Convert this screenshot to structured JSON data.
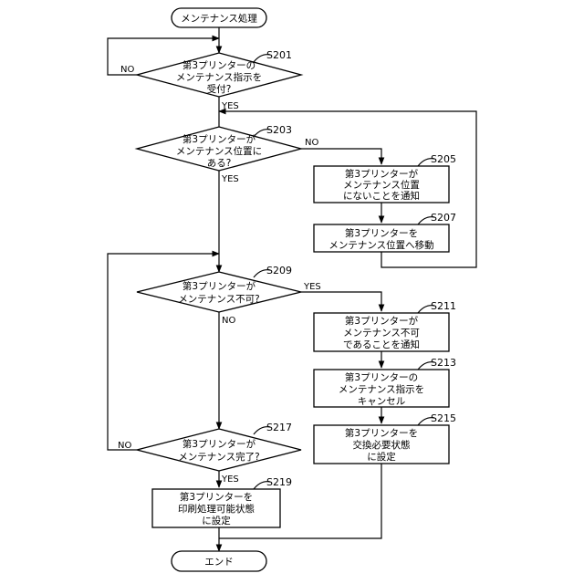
{
  "start_label": "メンテナンス処理",
  "end_label": "エンド",
  "yes_label": "YES",
  "no_label": "NO",
  "steps": {
    "s201": {
      "id": "S201",
      "lines": [
        "第3プリンターの",
        "メンテナンス指示を",
        "受付?"
      ]
    },
    "s203": {
      "id": "S203",
      "lines": [
        "第3プリンターが",
        "メンテナンス位置に",
        "ある?"
      ]
    },
    "s205": {
      "id": "S205",
      "lines": [
        "第3プリンターが",
        "メンテナンス位置",
        "にないことを通知"
      ]
    },
    "s207": {
      "id": "S207",
      "lines": [
        "第3プリンターを",
        "メンテナンス位置へ移動"
      ]
    },
    "s209": {
      "id": "S209",
      "lines": [
        "第3プリンターが",
        "メンテナンス不可?"
      ]
    },
    "s211": {
      "id": "S211",
      "lines": [
        "第3プリンターが",
        "メンテナンス不可",
        "であることを通知"
      ]
    },
    "s213": {
      "id": "S213",
      "lines": [
        "第3プリンターの",
        "メンテナンス指示を",
        "キャンセル"
      ]
    },
    "s215": {
      "id": "S215",
      "lines": [
        "第3プリンターを",
        "交換必要状態",
        "に設定"
      ]
    },
    "s217": {
      "id": "S217",
      "lines": [
        "第3プリンターが",
        "メンテナンス完了?"
      ]
    },
    "s219": {
      "id": "S219",
      "lines": [
        "第3プリンターを",
        "印刷処理可能状態",
        "に設定"
      ]
    }
  }
}
